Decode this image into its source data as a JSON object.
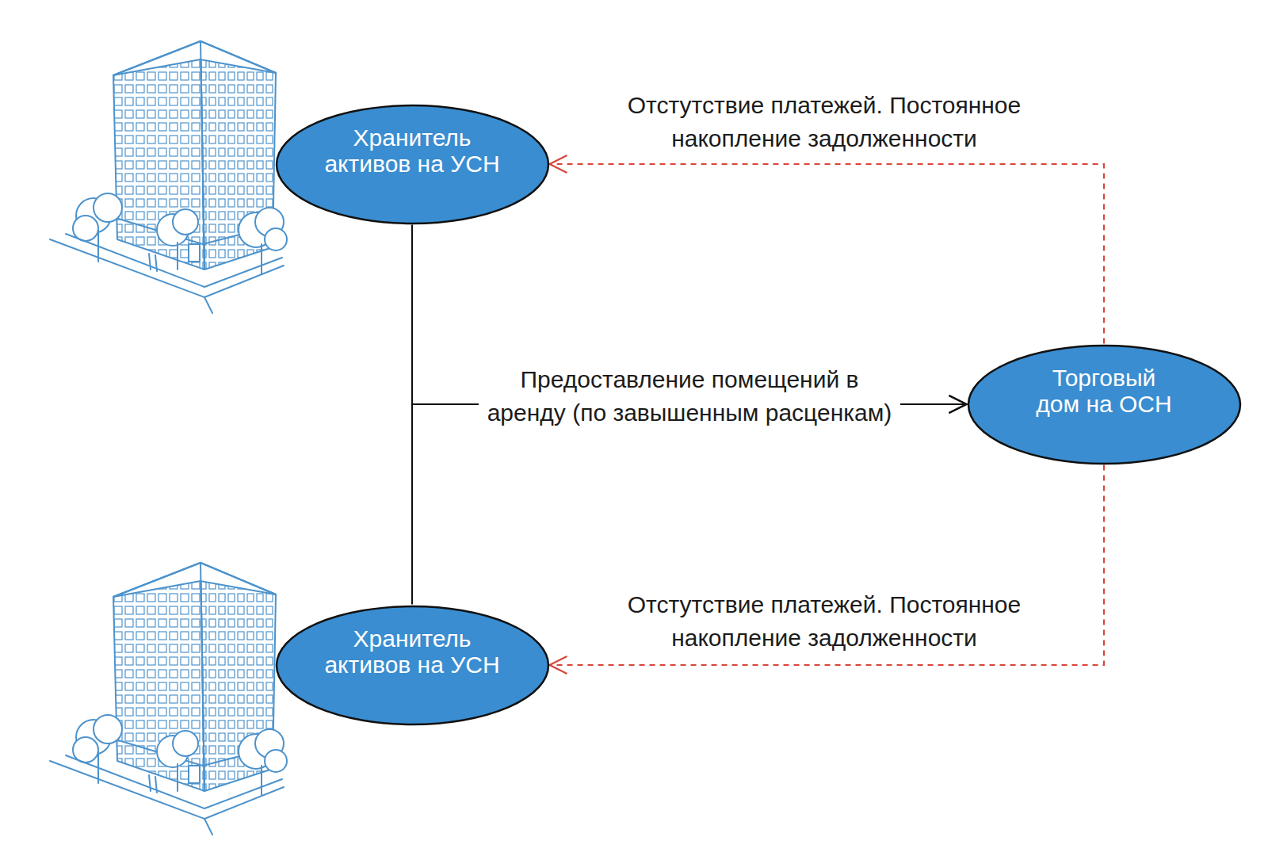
{
  "diagram": {
    "nodes": [
      {
        "text": [
          "Хранитель активов на УСН"
        ]
      },
      {
        "text": [
          "Торговый дом на ОСН"
        ]
      },
      {
        "text": [
          "Хранитель активов на УСН"
        ]
      }
    ],
    "edges": [
      {
        "from": 0,
        "to": 1,
        "arrow": "to",
        "label": "Предоставление помещений в аренду (по завышенным расценкам)"
      },
      {
        "from": 2,
        "to": 1,
        "arrow": "to"
      },
      {
        "from": 1,
        "to": 0,
        "arrow": "to",
        "label": "Отстутствие платежей. Постоянное накопление задолженности"
      },
      {
        "from": 1,
        "to": 2,
        "arrow": "to",
        "label": "Отстутствие платежей. Постоянное накопление задолженности"
      }
    ]
  }
}
